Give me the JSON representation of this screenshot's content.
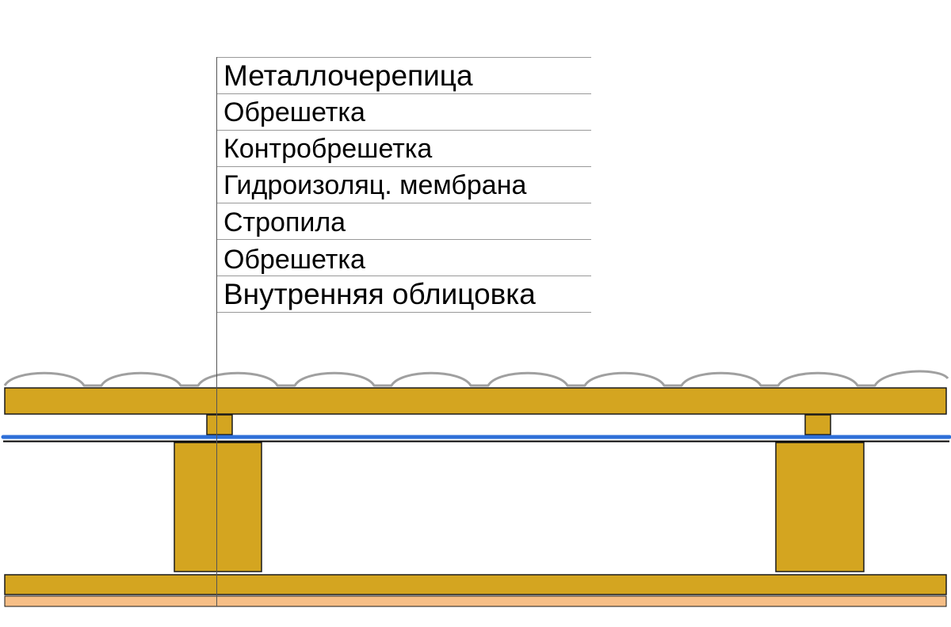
{
  "labels": [
    "Металлочерепица",
    "Обрешетка",
    "Контробрешетка",
    "Гидроизоляц. мембрана",
    "Стропила",
    "Обрешетка",
    "Внутренняя облицовка"
  ],
  "colors": {
    "wood": "#D4A520",
    "wood_outline": "#1a1a1a",
    "tile": "#a0a0a0",
    "membrane": "#2e6fd8",
    "membrane_underline": "#000000",
    "lining": "#F6BE86",
    "leader": "#555555",
    "table_rule": "#999999"
  }
}
